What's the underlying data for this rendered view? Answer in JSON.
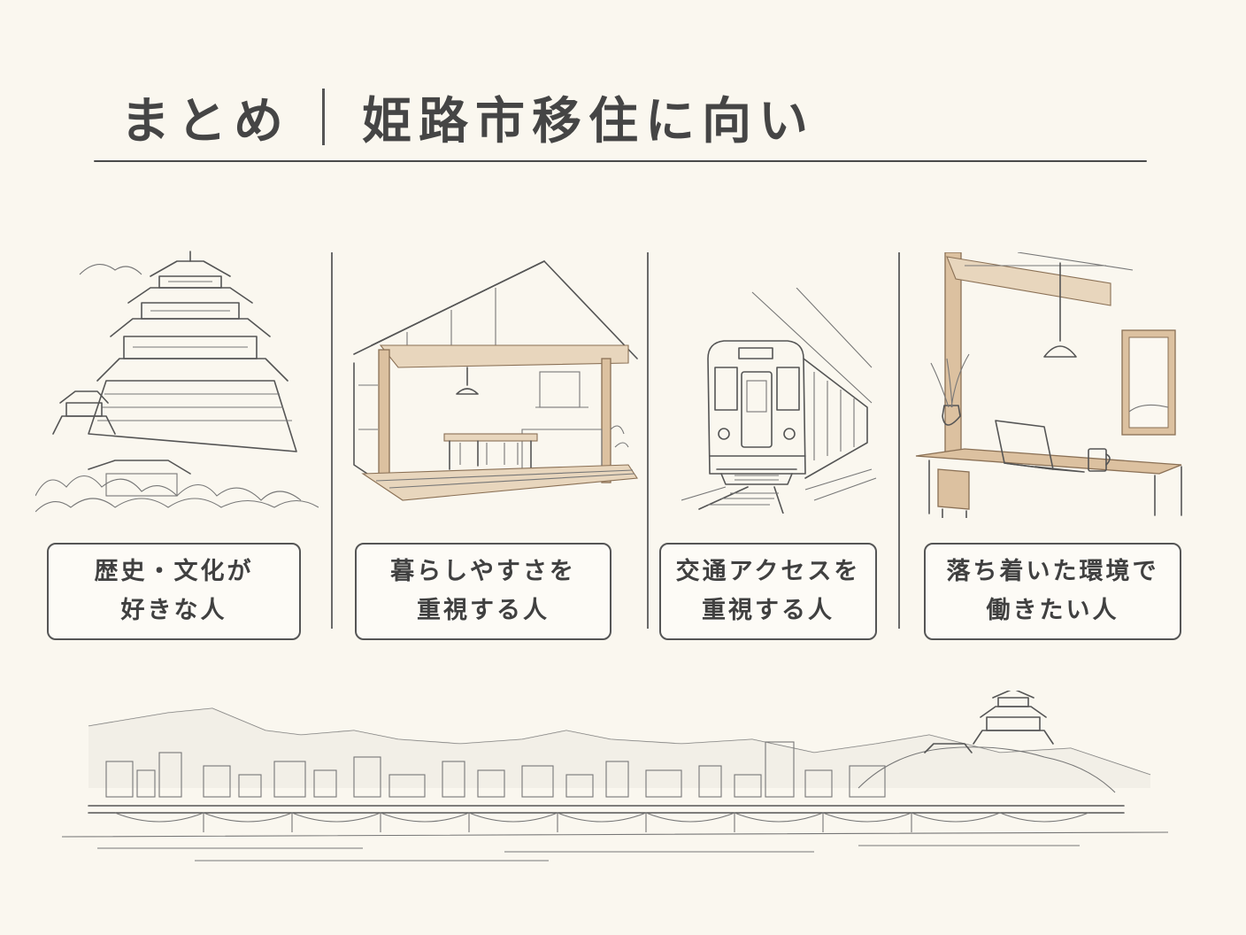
{
  "title": {
    "left": "まとめ",
    "right": "姫路市移住に向い"
  },
  "cards": [
    {
      "line1": "歴史・文化が",
      "line2": "好きな人"
    },
    {
      "line1": "暮らしやすさを",
      "line2": "重視する人"
    },
    {
      "line1": "交通アクセスを",
      "line2": "重視する人"
    },
    {
      "line1": "落ち着いた環境で",
      "line2": "働きたい人"
    }
  ],
  "illustrations": [
    "castle-illustration",
    "house-illustration",
    "train-illustration",
    "workspace-illustration"
  ],
  "colors": {
    "background": "#faf7ef",
    "ink": "#555555",
    "wood": "#dcc1a0"
  }
}
